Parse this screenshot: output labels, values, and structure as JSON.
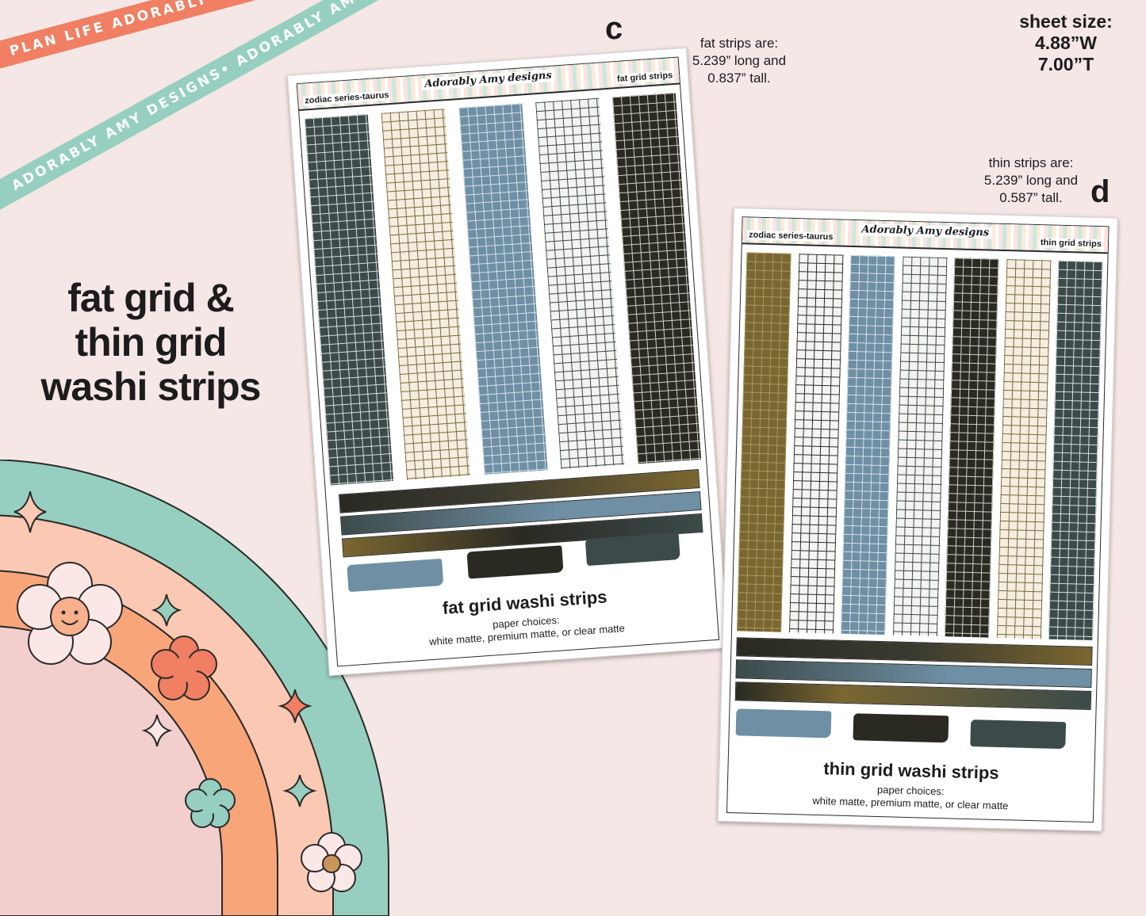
{
  "ribbons": {
    "coral": "PLAN LIFE ADORABLY • PLAN LIFE ADORABLY • PLAN LIFE ADORABLY • PLAN LIFE ADORABLY",
    "teal": "ADORABLY AMY DESIGNS• ADORABLY AMY DESIGNS• ADORABLY AMY DESIGNS• ADORABLY AMY DESIGNS•"
  },
  "headline": {
    "line1": "fat grid &",
    "line2": "thin grid",
    "line3": "washi strips"
  },
  "sheet_size": {
    "line1": "sheet size:",
    "line2": "4.88”W",
    "line3": "7.00”T"
  },
  "notes": {
    "fat": {
      "line1": "fat strips are:",
      "line2": "5.239” long and",
      "line3": "0.837” tall."
    },
    "thin": {
      "line1": "thin strips are:",
      "line2": "5.239” long and",
      "line3": "0.587” tall."
    }
  },
  "letters": {
    "c": "c",
    "d": "d"
  },
  "sheet_c": {
    "series": "zodiac series-taurus",
    "logo": "Adorably Amy designs",
    "label": "fat grid strips",
    "title": "fat grid washi strips",
    "paper_label": "paper choices:",
    "paper_options": "white matte, premium matte, or clear matte",
    "strip_colors": [
      "#3c4a4a",
      "#f4ede0",
      "#6e8fa4",
      "#f3f3f1",
      "#2a2a22"
    ],
    "grid_colors": [
      "#d8dede",
      "#7a6a3a",
      "#d6e0e8",
      "#3a4848",
      "#d0d0c8"
    ]
  },
  "sheet_d": {
    "series": "zodiac series-taurus",
    "logo": "Adorably Amy designs",
    "label": "thin grid strips",
    "title": "thin grid washi strips",
    "paper_label": "paper choices:",
    "paper_options": "white matte, premium matte, or clear matte",
    "strip_colors": [
      "#7a6630",
      "#f4f4f2",
      "#6e8fa4",
      "#f3f3f1",
      "#2a2a22",
      "#f4ede0",
      "#3c4a4a"
    ],
    "grid_colors": [
      "#a89a60",
      "#2a2a2a",
      "#d6e0e8",
      "#3a4848",
      "#d0d0c8",
      "#7a6a3a",
      "#d8dede"
    ]
  },
  "colors": {
    "background": "#f5e7e5",
    "coral": "#f07f63",
    "teal": "#96cfc0",
    "peach": "#f9a57a",
    "pink": "#f2cfcd",
    "gold": "#7a6630",
    "slate": "#3c4a4a",
    "blue": "#6e8fa4",
    "black": "#2a2a22"
  },
  "icons": [
    "smiley-flower-icon",
    "flower-icon",
    "sparkle-icon",
    "daisy-icon"
  ]
}
